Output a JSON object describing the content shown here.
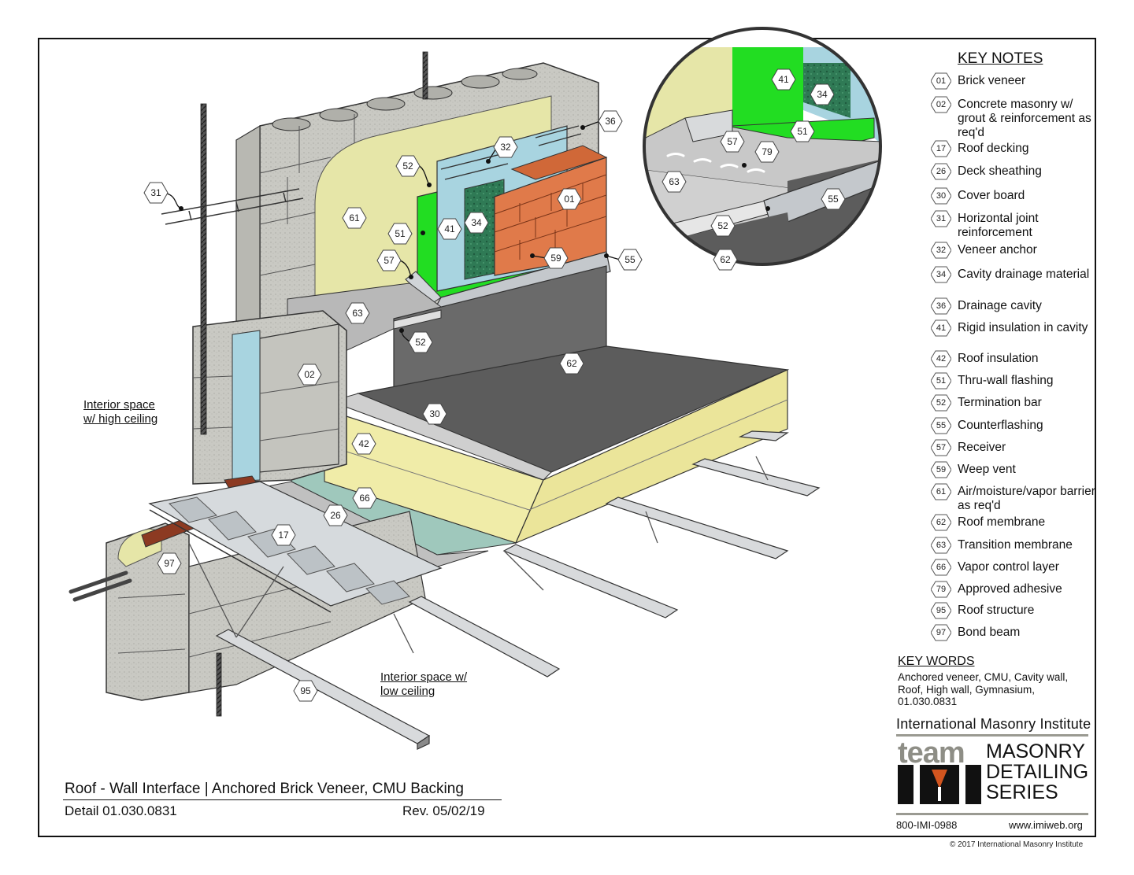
{
  "title": {
    "main": "Roof - Wall Interface | Anchored Brick Veneer, CMU Backing",
    "detail": "Detail 01.030.0831",
    "revision": "Rev. 05/02/19"
  },
  "key_notes": {
    "heading": "KEY NOTES",
    "items": [
      {
        "num": "01",
        "text": "Brick veneer"
      },
      {
        "num": "02",
        "text": "Concrete masonry w/ grout & reinforcement as req'd"
      },
      {
        "num": "17",
        "text": "Roof decking"
      },
      {
        "num": "26",
        "text": "Deck sheathing"
      },
      {
        "num": "30",
        "text": "Cover board"
      },
      {
        "num": "31",
        "text": "Horizontal joint reinforcement"
      },
      {
        "num": "32",
        "text": "Veneer anchor"
      },
      {
        "num": "34",
        "text": "Cavity drainage material"
      },
      {
        "num": "36",
        "text": "Drainage cavity"
      },
      {
        "num": "41",
        "text": "Rigid insulation in cavity"
      },
      {
        "num": "42",
        "text": "Roof insulation"
      },
      {
        "num": "51",
        "text": "Thru-wall flashing"
      },
      {
        "num": "52",
        "text": "Termination bar"
      },
      {
        "num": "55",
        "text": "Counterflashing"
      },
      {
        "num": "57",
        "text": "Receiver"
      },
      {
        "num": "59",
        "text": "Weep vent"
      },
      {
        "num": "61",
        "text": "Air/moisture/vapor barrier as req'd"
      },
      {
        "num": "62",
        "text": "Roof membrane"
      },
      {
        "num": "63",
        "text": "Transition membrane"
      },
      {
        "num": "66",
        "text": "Vapor control layer"
      },
      {
        "num": "79",
        "text": "Approved adhesive"
      },
      {
        "num": "95",
        "text": "Roof structure"
      },
      {
        "num": "97",
        "text": "Bond beam"
      }
    ]
  },
  "key_words": {
    "heading": "KEY WORDS",
    "text": "Anchored veneer, CMU, Cavity wall, Roof, High wall, Gymnasium, 01.030.0831"
  },
  "branding": {
    "institute": "International Masonry Institute",
    "team": "team",
    "series_line1": "MASONRY",
    "series_line2": "DETAILING",
    "series_line3": "SERIES",
    "phone": "800-IMI-0988",
    "website": "www.imiweb.org",
    "copyright": "© 2017 International Masonry Institute"
  },
  "space_labels": {
    "high_line1": "Interior space",
    "high_line2": "w/ high ceiling",
    "low_line1": "Interior space w/",
    "low_line2": "low ceiling"
  },
  "callouts": {
    "main": [
      "31",
      "61",
      "52",
      "32",
      "36",
      "01",
      "51",
      "41",
      "34",
      "59",
      "55",
      "57",
      "63",
      "52",
      "02",
      "62",
      "30",
      "42",
      "66",
      "26",
      "17",
      "97",
      "95"
    ],
    "detail": [
      "41",
      "34",
      "51",
      "57",
      "79",
      "63",
      "55",
      "52",
      "62"
    ]
  },
  "colors": {
    "cmu": "#c8c8c2",
    "brick": "#e07a4a",
    "flashing_green": "#22dd22",
    "rigid_insulation": "#a8d4e0",
    "air_barrier": "#e6e6a8",
    "roof_membrane": "#5c5c5c",
    "roof_insulation": "#f0eca8",
    "metal": "#c4c8cc",
    "vapor_layer": "#9fc8bc"
  }
}
